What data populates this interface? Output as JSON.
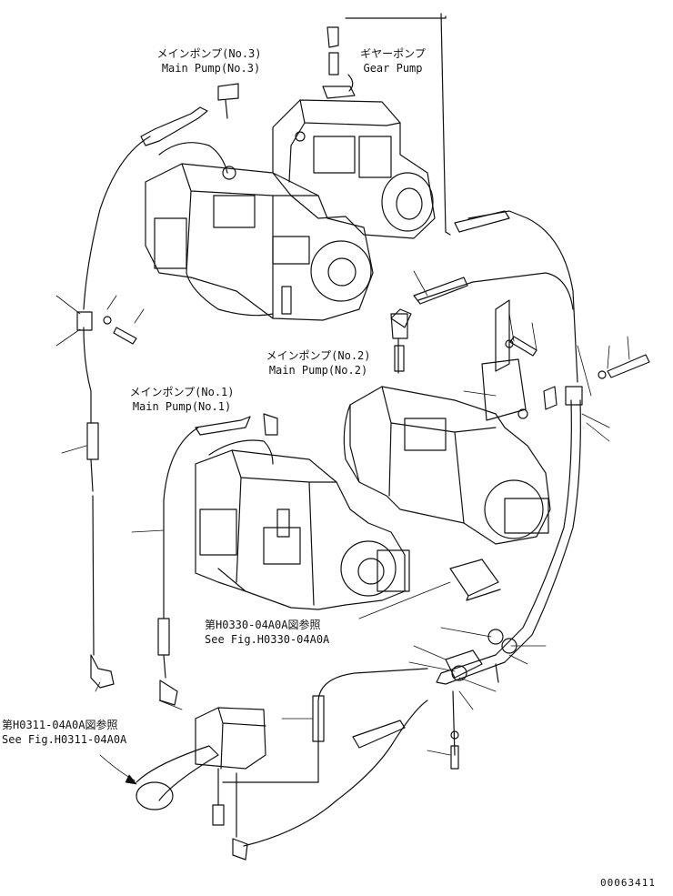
{
  "labels": {
    "main_pump_3_jp": "メインポンプ(No.3)",
    "main_pump_3_en": "Main Pump(No.3)",
    "gear_pump_jp": "ギヤーポンプ",
    "gear_pump_en": "Gear Pump",
    "main_pump_2_jp": "メインポンプ(No.2)",
    "main_pump_2_en": "Main Pump(No.2)",
    "main_pump_1_jp": "メインポンプ(No.1)",
    "main_pump_1_en": "Main Pump(No.1)",
    "ref_h0330_jp": "第H0330-04A0A図参照",
    "ref_h0330_en": "See Fig.H0330-04A0A",
    "ref_h0311_jp": "第H0311-04A0A図参照",
    "ref_h0311_en": "See Fig.H0311-04A0A",
    "drawing_number": "00063411"
  }
}
